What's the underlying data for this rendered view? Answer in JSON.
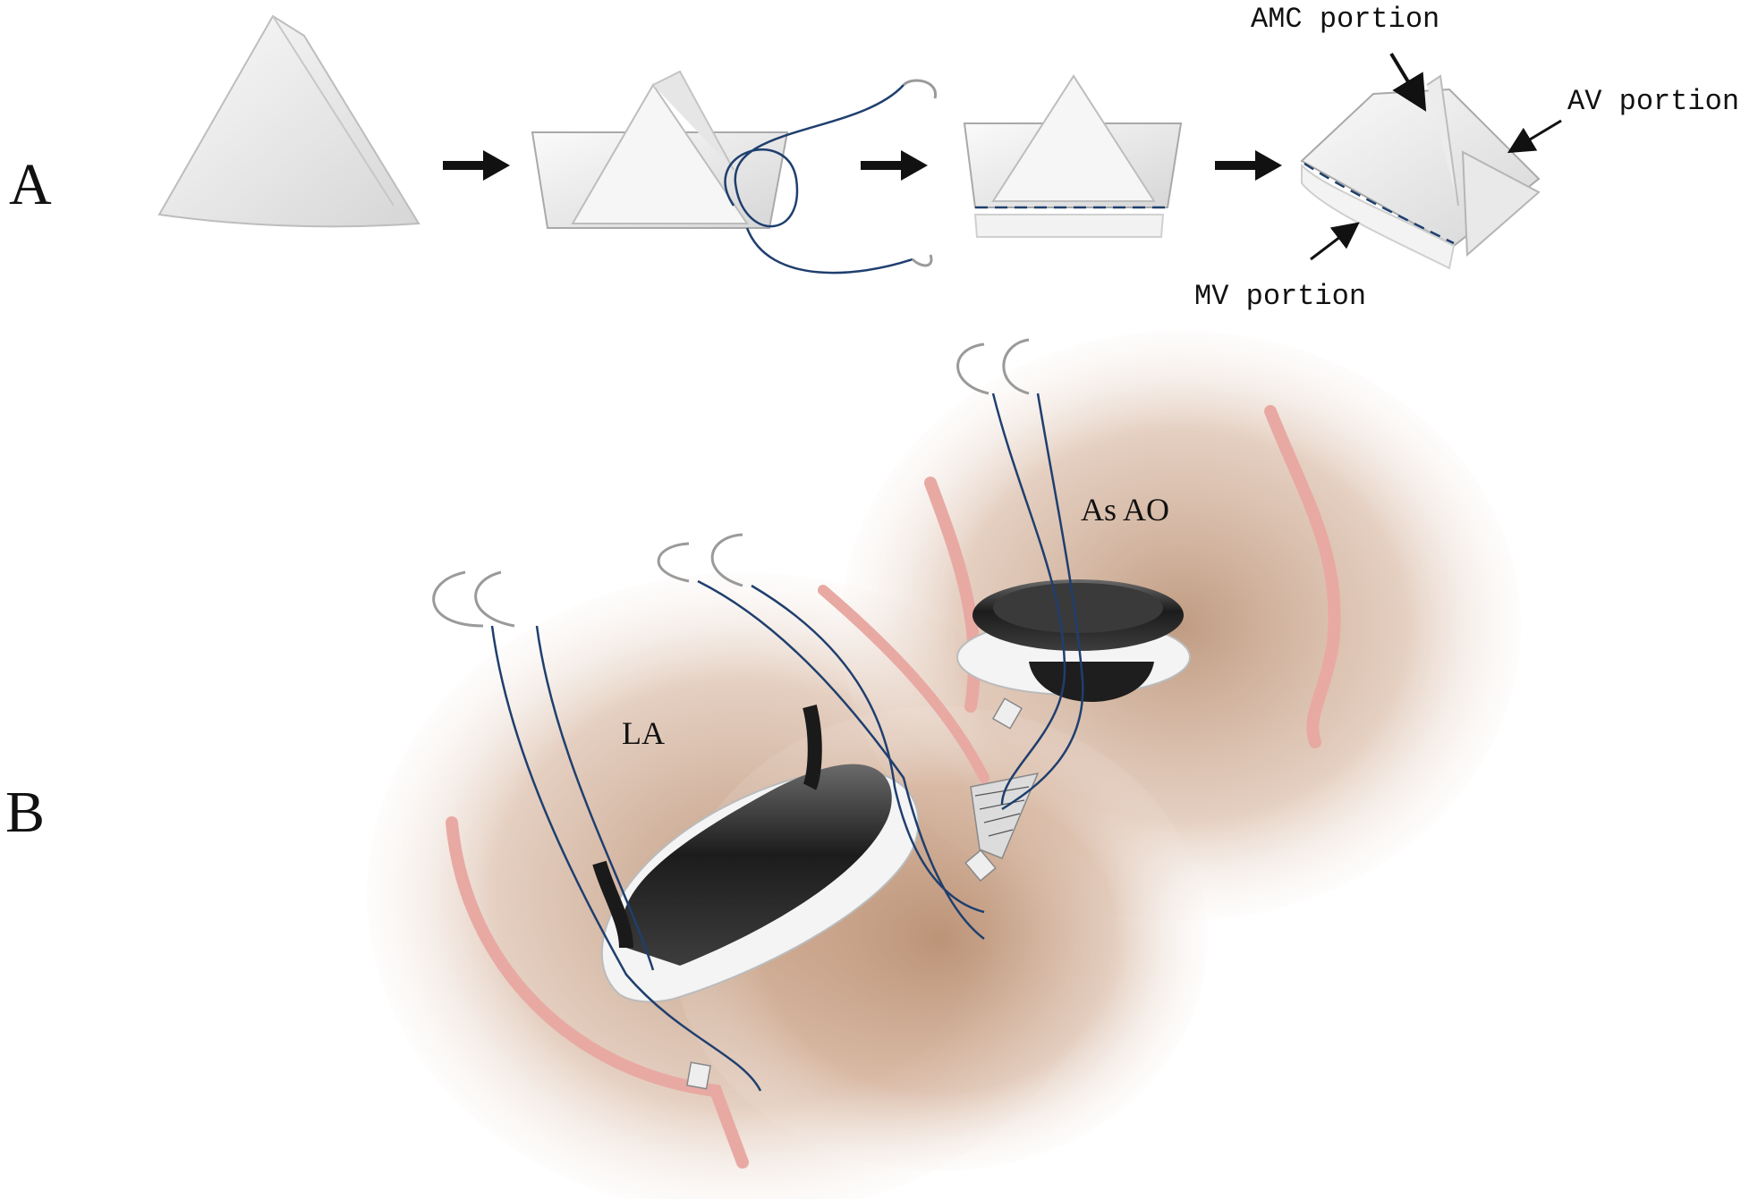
{
  "panels": {
    "a_letter": "A",
    "b_letter": "B"
  },
  "callouts": {
    "amc": "AMC portion",
    "av": "AV portion",
    "mv": "MV portion"
  },
  "chambers": {
    "la": "LA",
    "ao": "As AO"
  },
  "colors": {
    "suture": "#1f3f6e",
    "tissue": "#c9a38a",
    "wall": "#e8a9a3",
    "patch": "#ececec",
    "valve_frame": "#2a2a2a",
    "sewing_ring": "#f4f4f4"
  }
}
